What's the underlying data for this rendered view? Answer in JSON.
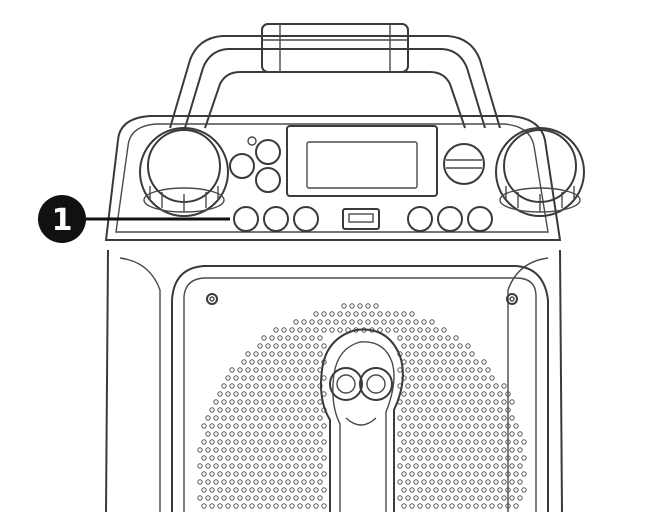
{
  "diagram": {
    "callout": {
      "number": "1"
    },
    "colors": {
      "line": "#3a3a3a",
      "callout_fill": "#111111",
      "background": "#ffffff"
    },
    "icons": [
      "callout-marker",
      "speaker-handle",
      "left-knob",
      "right-knob",
      "lcd-display",
      "usb-port",
      "speaker-grille",
      "character-face"
    ]
  }
}
